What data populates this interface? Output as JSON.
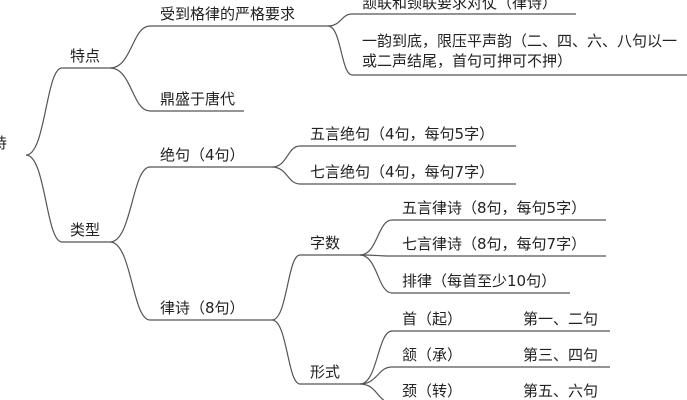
{
  "diagram": {
    "type": "mind-map",
    "line_color": "#555555",
    "nodes": {
      "root": "诗",
      "features": "特点",
      "strict_rules": "受到格律的严格要求",
      "rule_parallel": "颔联和颈联要求对仗（律诗）",
      "rule_rhyme_line1": "一韵到底，限压平声韵（二、四、六、八句以一",
      "rule_rhyme_line2": "或二声结尾，首句可押可不押）",
      "flourish": "鼎盛于唐代",
      "types": "类型",
      "jueju": "绝句（4句）",
      "jueju_5": "五言绝句（4句，每句5字）",
      "jueju_7": "七言绝句（4句，每句7字）",
      "lvshi": "律诗（8句）",
      "char_count": "字数",
      "lvshi_5": "五言律诗（8句，每句5字）",
      "lvshi_7": "七言律诗（8句，每句7字）",
      "pailv": "排律（每首至少10句）",
      "form": "形式",
      "couplet_1": "首（起）",
      "couplet_1_lines": "第一、二句",
      "couplet_2": "颔（承）",
      "couplet_2_lines": "第三、四句",
      "couplet_3": "颈（转）",
      "couplet_3_lines": "第五、六句"
    }
  }
}
